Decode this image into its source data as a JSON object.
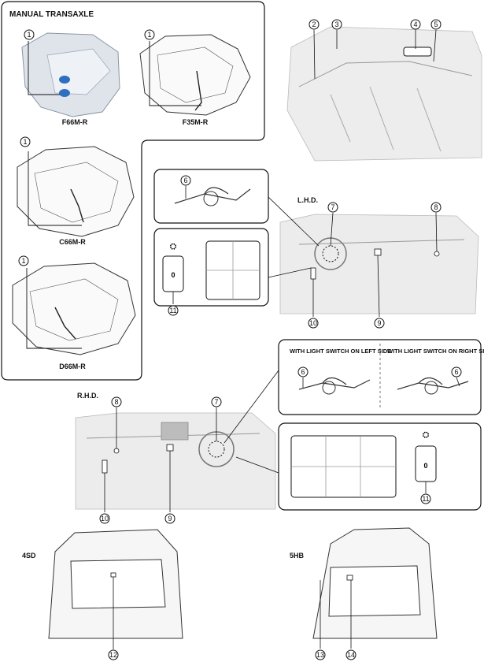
{
  "title": "MANUAL TRANSAXLE",
  "transaxles": [
    {
      "model": "F66M-R",
      "callout": "1"
    },
    {
      "model": "F35M-R",
      "callout": "1"
    },
    {
      "model": "C66M-R",
      "callout": "1"
    },
    {
      "model": "D66M-R",
      "callout": "1"
    }
  ],
  "interior_callouts": [
    "2",
    "3",
    "4",
    "5"
  ],
  "lhd": {
    "label": "L.H.D.",
    "callouts": [
      "6",
      "7",
      "8",
      "9",
      "10",
      "11"
    ]
  },
  "switch_variants": {
    "left_label": "WITH LIGHT SWITCH ON LEFT SIDE",
    "right_label": "WITH LIGHT SWITCH ON RIGHT SIDE",
    "callout_left": "6",
    "callout_right": "6"
  },
  "rhd": {
    "label": "R.H.D.",
    "callouts": [
      "7",
      "8",
      "9",
      "10",
      "11"
    ]
  },
  "sedan": {
    "label": "4SD",
    "callouts": [
      "12"
    ]
  },
  "hatchback": {
    "label": "5HB",
    "callouts": [
      "13",
      "14"
    ]
  },
  "dimmer_zero": "0"
}
